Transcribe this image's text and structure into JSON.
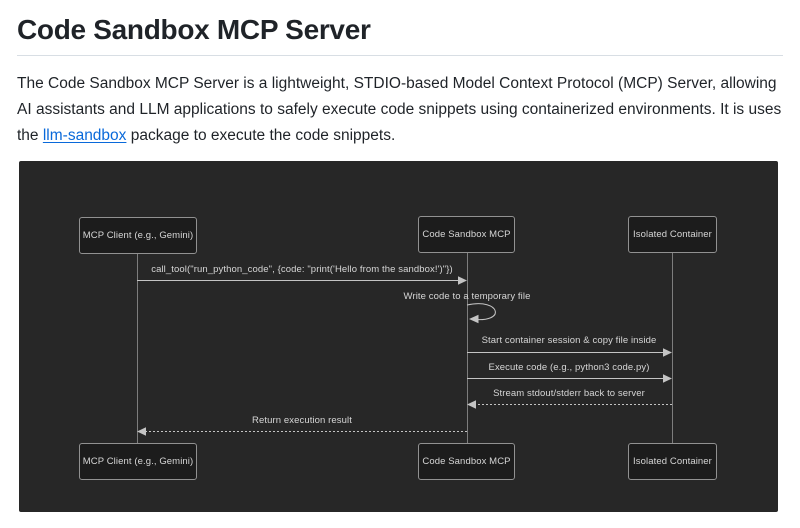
{
  "theme": {
    "page-bg": "#ffffff",
    "text": "#1f2328",
    "link": "#0969da",
    "hr": "#d8dee4",
    "diagram-bg": "#272727",
    "node-fill": "#1c1c1c",
    "node-border": "#919191",
    "diagram-text": "#d6d6d6",
    "line": "#c4c4c4",
    "lifeline": "#7d7d7d"
  },
  "page": {
    "title": "Code Sandbox MCP Server",
    "intro": {
      "text_before_link": "The Code Sandbox MCP Server is a lightweight, STDIO-based Model Context Protocol (MCP) Server, allowing AI assistants and LLM applications to safely execute code snippets using containerized environments. It is uses the ",
      "link_text": "llm-sandbox",
      "text_after_link": " package to execute the code snippets."
    }
  },
  "diagram": {
    "type": "sequence",
    "actors": [
      {
        "label": "MCP Client (e.g., Gemini)"
      },
      {
        "label": "Code Sandbox MCP"
      },
      {
        "label": "Isolated Container"
      }
    ],
    "messages": [
      {
        "from": "MCP Client (e.g., Gemini)",
        "to": "Code Sandbox MCP",
        "label": "call_tool(\"run_python_code\", {code: \"print('Hello from the sandbox!')\"})",
        "line": "solid"
      },
      {
        "from": "Code Sandbox MCP",
        "to": "Code Sandbox MCP",
        "label": "Write code to a temporary file",
        "line": "self-loop"
      },
      {
        "from": "Code Sandbox MCP",
        "to": "Isolated Container",
        "label": "Start container session & copy file inside",
        "line": "solid"
      },
      {
        "from": "Code Sandbox MCP",
        "to": "Isolated Container",
        "label": "Execute code (e.g., python3 code.py)",
        "line": "solid"
      },
      {
        "from": "Isolated Container",
        "to": "Code Sandbox MCP",
        "label": "Stream stdout/stderr back to server",
        "line": "dotted"
      },
      {
        "from": "Code Sandbox MCP",
        "to": "MCP Client (e.g., Gemini)",
        "label": "Return execution result",
        "line": "dotted"
      }
    ]
  }
}
